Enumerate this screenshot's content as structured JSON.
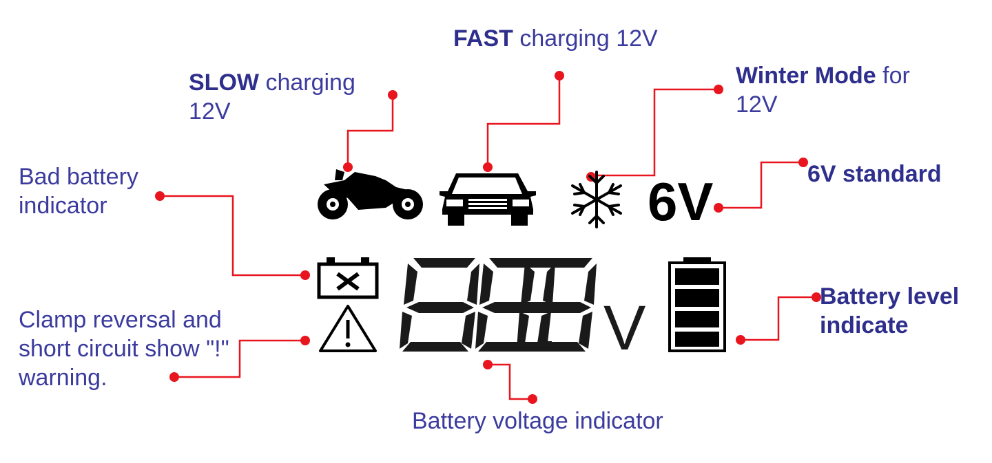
{
  "labels": {
    "slow_bold": "SLOW",
    "slow_rest": "charging",
    "slow_line2": "12V",
    "fast_bold": "FAST",
    "fast_rest": "charging 12V",
    "winter_bold": "Winter Mode",
    "winter_rest": "for",
    "winter_line2": "12V",
    "six_v_standard": "6V standard",
    "bad_battery_line1": "Bad battery",
    "bad_battery_line2": "indicator",
    "clamp_line1": "Clamp reversal and",
    "clamp_line2": "short circuit show \"!\"",
    "clamp_line3": "warning.",
    "battery_voltage": "Battery voltage indicator",
    "battery_level_line1": "Battery level",
    "battery_level_line2": "indicate"
  },
  "display": {
    "six_v": "6V",
    "digits": "88.8",
    "unit": "V"
  },
  "colors": {
    "label_text": "#3b3b9e",
    "leader_line": "#e8141e",
    "icon": "#000000"
  },
  "icons": [
    "motorcycle-icon",
    "car-icon",
    "snowflake-icon",
    "battery-x-icon",
    "warning-triangle-icon",
    "battery-level-icon"
  ]
}
